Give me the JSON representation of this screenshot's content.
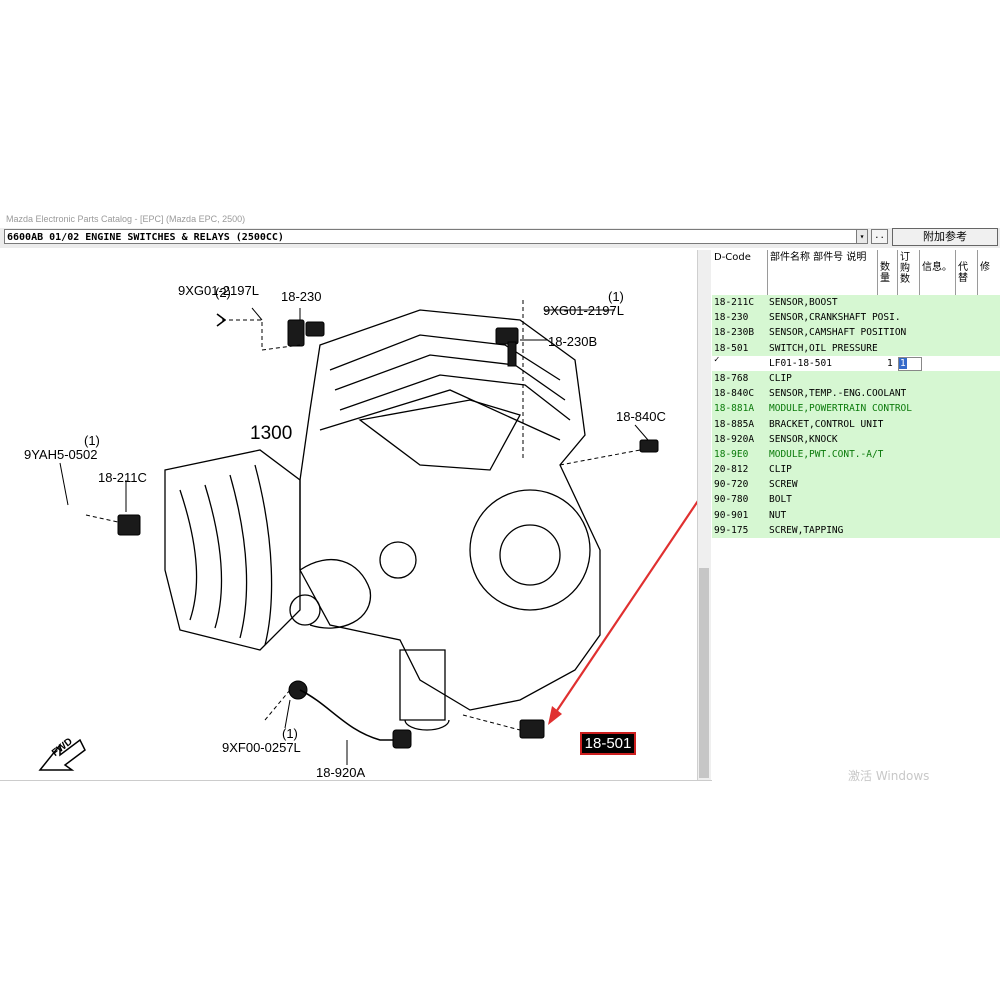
{
  "window": {
    "title": "Mazda Electronic Parts Catalog - [EPC] (Mazda EPC, 2500)"
  },
  "toolbar": {
    "combo_value": "6600AB 01/02 ENGINE SWITCHES & RELAYS (2500CC)",
    "combo_arrow": "▾",
    "more_label": "..",
    "ref_button_label": "附加参考"
  },
  "diagram": {
    "labels": {
      "l_9xg01_left": "9XG01-2197L",
      "l_9xg01_left_qty": "(2)",
      "l_18_230": "18-230",
      "l_9xg01_right": "9XG01-2197L",
      "l_9xg01_right_qty": "(1)",
      "l_18_230b": "18-230B",
      "l_1300": "1300",
      "l_18_840c": "18-840C",
      "l_9yah5": "9YAH5-0502",
      "l_9yah5_qty": "(1)",
      "l_18_211c": "18-211C",
      "l_9xf00": "9XF00-0257L",
      "l_9xf00_qty": "(1)",
      "l_18_920a": "18-920A",
      "l_fwd": "FWD",
      "highlight": "18-501"
    },
    "accent_color": "#e03030"
  },
  "grid": {
    "headers": {
      "dcode": "D-Code",
      "name": "部件名称 部件号 说明",
      "qty": "数量",
      "order": "订购数",
      "info": "信息。",
      "alt": "代替",
      "extra": "修"
    },
    "rows": [
      {
        "code": "18-211C",
        "name": "SENSOR,BOOST"
      },
      {
        "code": "18-230",
        "name": "SENSOR,CRANKSHAFT POSI."
      },
      {
        "code": "18-230B",
        "name": "SENSOR,CAMSHAFT POSITION"
      },
      {
        "code": "18-501",
        "name": "SWITCH,OIL PRESSURE"
      }
    ],
    "selected": {
      "check": "✓",
      "part_number": "LF01-18-501",
      "qty": "1",
      "order": "1"
    },
    "rows2": [
      {
        "code": "18-768",
        "name": "CLIP"
      },
      {
        "code": "18-840C",
        "name": "SENSOR,TEMP.-ENG.COOLANT"
      },
      {
        "code": "18-881A",
        "name": "MODULE,POWERTRAIN CONTROL"
      },
      {
        "code": "18-885A",
        "name": "BRACKET,CONTROL UNIT"
      },
      {
        "code": "18-920A",
        "name": "SENSOR,KNOCK"
      },
      {
        "code": "18-9E0",
        "name": "MODULE,PWT.CONT.-A/T"
      },
      {
        "code": "20-812",
        "name": "CLIP"
      },
      {
        "code": "90-720",
        "name": "SCREW"
      },
      {
        "code": "90-780",
        "name": "BOLT"
      },
      {
        "code": "90-901",
        "name": "NUT"
      },
      {
        "code": "99-175",
        "name": "SCREW,TAPPING"
      }
    ]
  },
  "watermark": "激活 Windows"
}
